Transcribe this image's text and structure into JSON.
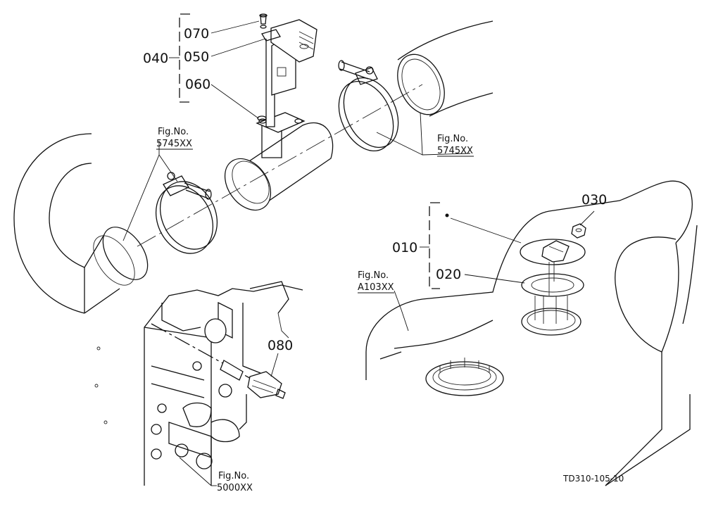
{
  "callouts": {
    "c070": "070",
    "c050": "050",
    "c040": "040",
    "c060": "060",
    "c030": "030",
    "c010": "010",
    "c020": "020",
    "c080": "080"
  },
  "figure_refs": {
    "intake_left": {
      "label": "Fig.No.",
      "number": "5745XX"
    },
    "intake_right": {
      "label": "Fig.No.",
      "number": "5745XX"
    },
    "tank": {
      "label": "Fig.No.",
      "number": "A103XX"
    },
    "engine": {
      "label": "Fig.No.",
      "number": "5000XX"
    }
  },
  "drawing_code": "TD310-105-10"
}
